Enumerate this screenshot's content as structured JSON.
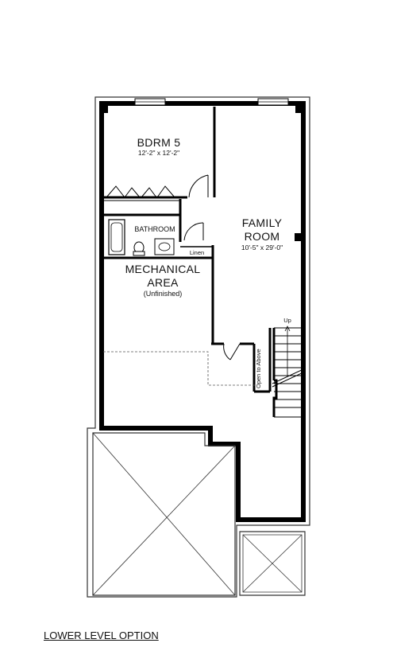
{
  "rooms": {
    "bedroom": {
      "name": "BDRM 5",
      "dimensions": "12'-2\" x 12'-2\""
    },
    "bathroom": {
      "name": "BATHROOM"
    },
    "linen": {
      "name": "Linen"
    },
    "family": {
      "name_line1": "FAMILY",
      "name_line2": "ROOM",
      "dimensions": "10'-5\" x 29'-0\""
    },
    "mechanical": {
      "name_line1": "MECHANICAL",
      "name_line2": "AREA",
      "note": "(Unfinished)"
    }
  },
  "stairs": {
    "up_label": "Up",
    "open_label": "Open to Above"
  },
  "caption": "LOWER LEVEL OPTION",
  "colors": {
    "wall": "#000000",
    "thin_line": "#333333",
    "background": "#ffffff"
  }
}
